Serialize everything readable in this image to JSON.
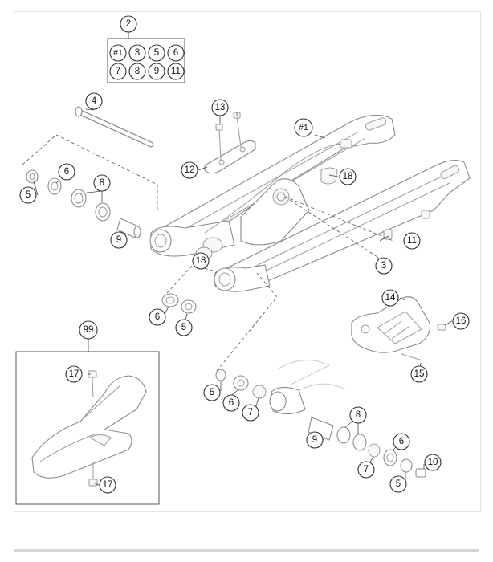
{
  "callouts": {
    "c2": "2",
    "box_hash1": "#1",
    "box_3": "3",
    "box_5": "5",
    "box_6": "6",
    "box_7": "7",
    "box_8": "8",
    "box_9": "9",
    "box_11": "11",
    "c4": "4",
    "c5_left": "5",
    "c6_left": "6",
    "c8_left": "8",
    "c9_left": "9",
    "c13": "13",
    "c12": "12",
    "c_hash1": "#1",
    "c18_right": "18",
    "c11": "11",
    "c3": "3",
    "c18_mid": "18",
    "c6_mid": "6",
    "c5_mid": "5",
    "c14": "14",
    "c16": "16",
    "c15": "15",
    "c99": "99",
    "c17_top": "17",
    "c17_bottom": "17",
    "c5_lower": "5",
    "c6_lower": "6",
    "c7_lower": "7",
    "c8_lower": "8",
    "c9_lower": "9",
    "c6_right": "6",
    "c7_right": "7",
    "c5_right": "5",
    "c10": "10"
  },
  "colors": {
    "line": "#8a8a8a",
    "callout_stroke": "#333333",
    "frame_border": "#e3e3e3",
    "bottom_rule": "#d4d4d4"
  }
}
